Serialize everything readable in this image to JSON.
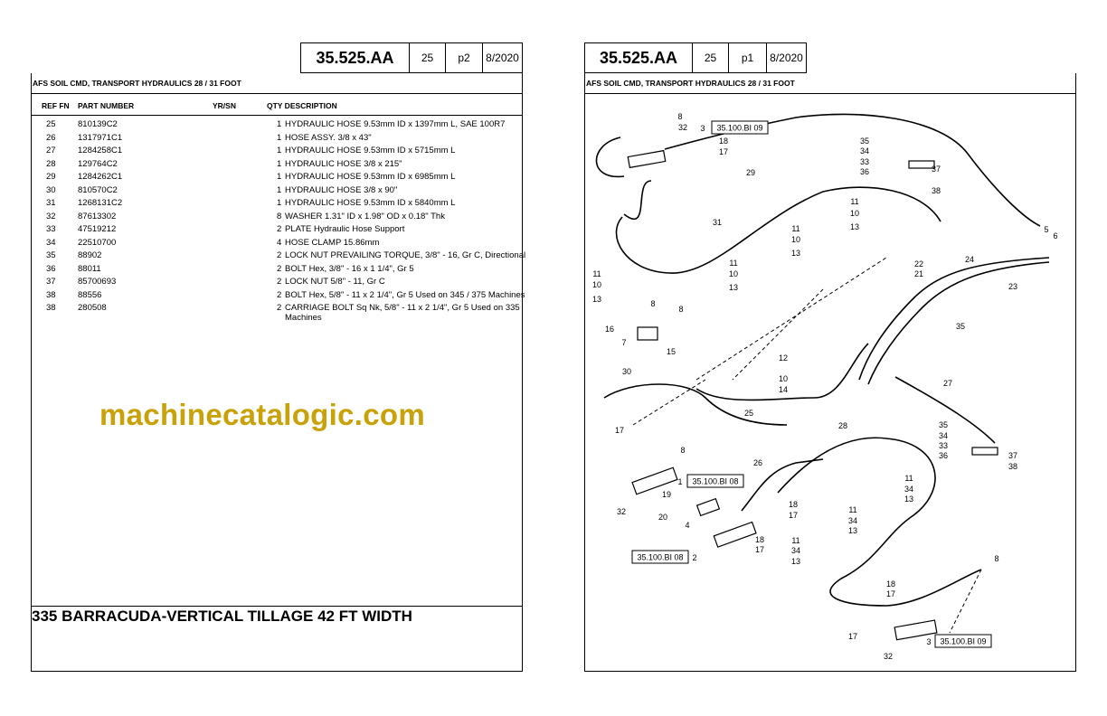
{
  "left": {
    "code": "35.525.AA",
    "section": "25",
    "page": "p2",
    "date": "8/2020",
    "title": "AFS SOIL CMD, TRANSPORT HYDRAULICS 28 / 31 FOOT",
    "columns": {
      "ref": "REF FN",
      "part": "PART NUMBER",
      "yr": "YR/SN",
      "qty": "QTY DESCRIPTION"
    },
    "rows": [
      {
        "ref": "25",
        "part": "810139C2",
        "qty": "1",
        "desc": "HYDRAULIC HOSE 9.53mm ID x 1397mm L, SAE 100R7"
      },
      {
        "ref": "26",
        "part": "1317971C1",
        "qty": "1",
        "desc": "HOSE ASSY.  3/8 x 43\""
      },
      {
        "ref": "27",
        "part": "1284258C1",
        "qty": "1",
        "desc": "HYDRAULIC HOSE 9.53mm ID x 5715mm L"
      },
      {
        "ref": "28",
        "part": "129764C2",
        "qty": "1",
        "desc": "HYDRAULIC HOSE  3/8 x 215\""
      },
      {
        "ref": "29",
        "part": "1284262C1",
        "qty": "1",
        "desc": "HYDRAULIC HOSE 9.53mm ID x 6985mm L"
      },
      {
        "ref": "30",
        "part": "810570C2",
        "qty": "1",
        "desc": "HYDRAULIC HOSE  3/8 x 90\""
      },
      {
        "ref": "31",
        "part": "1268131C2",
        "qty": "1",
        "desc": "HYDRAULIC HOSE 9.53mm ID x 5840mm L"
      },
      {
        "ref": "32",
        "part": "87613302",
        "qty": "8",
        "desc": "WASHER 1.31\" ID x 1.98\" OD x 0.18\" Thk"
      },
      {
        "ref": "33",
        "part": "47519212",
        "qty": "2",
        "desc": "PLATE  Hydraulic Hose Support"
      },
      {
        "ref": "34",
        "part": "22510700",
        "qty": "4",
        "desc": "HOSE CLAMP 15.86mm"
      },
      {
        "ref": "35",
        "part": "88902",
        "qty": "2",
        "desc": "LOCK NUT PREVAILING TORQUE, 3/8\" - 16, Gr C, Directional"
      },
      {
        "ref": "36",
        "part": "88011",
        "qty": "2",
        "desc": "BOLT Hex, 3/8\" - 16 x 1 1/4\", Gr 5"
      },
      {
        "ref": "37",
        "part": "85700693",
        "qty": "2",
        "desc": "LOCK NUT 5/8\" - 11, Gr C"
      },
      {
        "ref": "38",
        "part": "88556",
        "qty": "2",
        "desc": "BOLT Hex, 5/8\" - 11 x 2 1/4\", Gr 5 Used on 345 / 375 Machines"
      },
      {
        "ref": "38",
        "part": "280508",
        "qty": "2",
        "desc": "CARRIAGE BOLT Sq Nk, 5/8\" - 11 x 2 1/4\", Gr 5 Used on 335",
        "desc2": "Machines"
      }
    ],
    "machine": "335 BARRACUDA-VERTICAL TILLAGE 42 FT WIDTH"
  },
  "right": {
    "code": "35.525.AA",
    "section": "25",
    "page": "p1",
    "date": "8/2020",
    "title": "AFS SOIL CMD, TRANSPORT HYDRAULICS 28 / 31 FOOT",
    "refboxes": [
      "35.100.BI 09",
      "35.100.BI 08",
      "35.100.BI 08",
      "35.100.BI 09"
    ],
    "callouts": [
      "8",
      "32",
      "3",
      "18",
      "17",
      "29",
      "35",
      "34",
      "33",
      "36",
      "37",
      "38",
      "11",
      "10",
      "13",
      "31",
      "11",
      "10",
      "13",
      "11",
      "10",
      "13",
      "11",
      "10",
      "13",
      "6",
      "5",
      "24",
      "22",
      "21",
      "23",
      "35",
      "8",
      "8",
      "16",
      "7",
      "15",
      "12",
      "10",
      "14",
      "30",
      "27",
      "25",
      "17",
      "8",
      "28",
      "35",
      "34",
      "33",
      "36",
      "37",
      "38",
      "26",
      "1",
      "11",
      "34",
      "13",
      "19",
      "20",
      "4",
      "18",
      "17",
      "11",
      "34",
      "13",
      "18",
      "17",
      "11",
      "34",
      "13",
      "2",
      "32",
      "8",
      "18",
      "17",
      "17",
      "3",
      "32"
    ]
  },
  "watermark": "machinecatalogic.com"
}
